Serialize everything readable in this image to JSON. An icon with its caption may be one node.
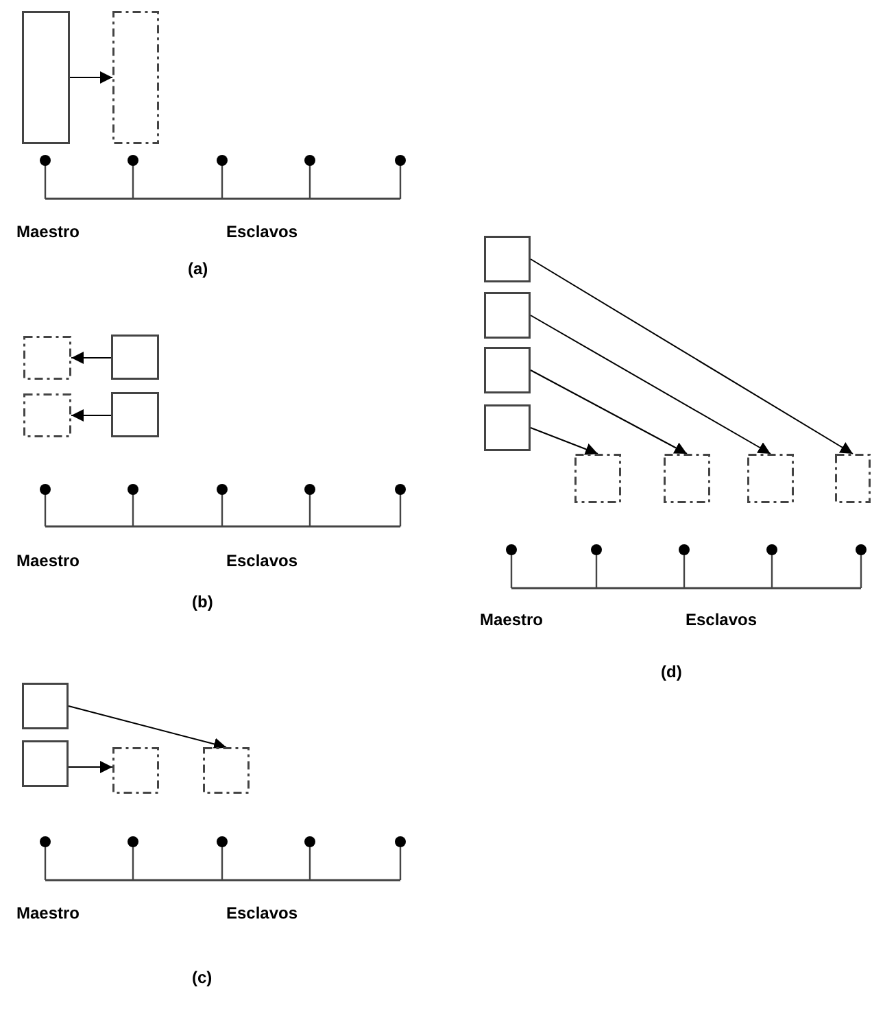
{
  "diagram": {
    "nodes": [
      {
        "text": [],
        "shape": "box"
      },
      {
        "text": [],
        "shape": "box"
      },
      {
        "text": [],
        "shape": "box"
      },
      {
        "text": [],
        "shape": "box"
      },
      {
        "text": [],
        "shape": "box"
      },
      {
        "text": [],
        "shape": "box"
      },
      {
        "text": [],
        "shape": "box"
      },
      {
        "text": [],
        "shape": "box"
      },
      {
        "text": [],
        "shape": "box"
      },
      {
        "text": [],
        "shape": "box"
      },
      {
        "text": [],
        "shape": "box"
      },
      {
        "text": [],
        "shape": "box"
      },
      {
        "text": [],
        "shape": "box"
      },
      {
        "text": [],
        "shape": "box"
      },
      {
        "text": [],
        "shape": "box"
      },
      {
        "text": [],
        "shape": "box"
      },
      {
        "text": [],
        "shape": "box"
      },
      {
        "text": [],
        "shape": "box"
      }
    ],
    "edges": [
      {
        "from": 0,
        "to": 1,
        "arrow": "to"
      },
      {
        "from": 3,
        "to": 2,
        "arrow": "to"
      },
      {
        "from": 5,
        "to": 4,
        "arrow": "to"
      },
      {
        "from": 6,
        "to": 9,
        "arrow": "to"
      },
      {
        "from": 7,
        "to": 8,
        "arrow": "to"
      },
      {
        "from": 10,
        "to": 17,
        "arrow": "to"
      },
      {
        "from": 11,
        "to": 16,
        "arrow": "to"
      },
      {
        "from": 12,
        "to": 15,
        "arrow": "to"
      },
      {
        "from": 13,
        "to": 14,
        "arrow": "to"
      }
    ],
    "labels": [
      "Maestro",
      "Esclavos",
      "(a)",
      "Maestro",
      "Esclavos",
      "Maestro",
      "Esclavos",
      "(d)",
      "(b)",
      "Maestro",
      "Esclavos",
      "(c)"
    ]
  }
}
